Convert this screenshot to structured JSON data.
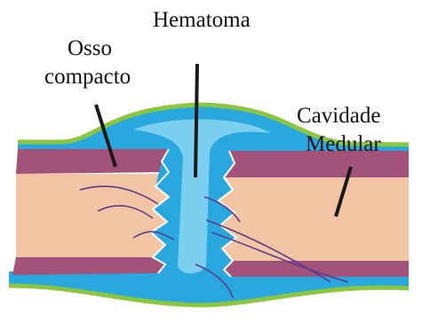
{
  "labels": {
    "hematoma": "Hematoma",
    "osso_compacto_1": "Osso",
    "osso_compacto_2": "compacto",
    "cavidade_1": "Cavidade",
    "cavidade_2": "Medular"
  },
  "colors": {
    "periosteum": "#8cc63f",
    "compact_bone": "#a3527a",
    "marrow": "#f2c6a4",
    "hematoma": "#29a8e0",
    "hematoma_light": "#9adcf5",
    "vessel": "#5b3c8c",
    "leader": "#1a1a1a"
  }
}
